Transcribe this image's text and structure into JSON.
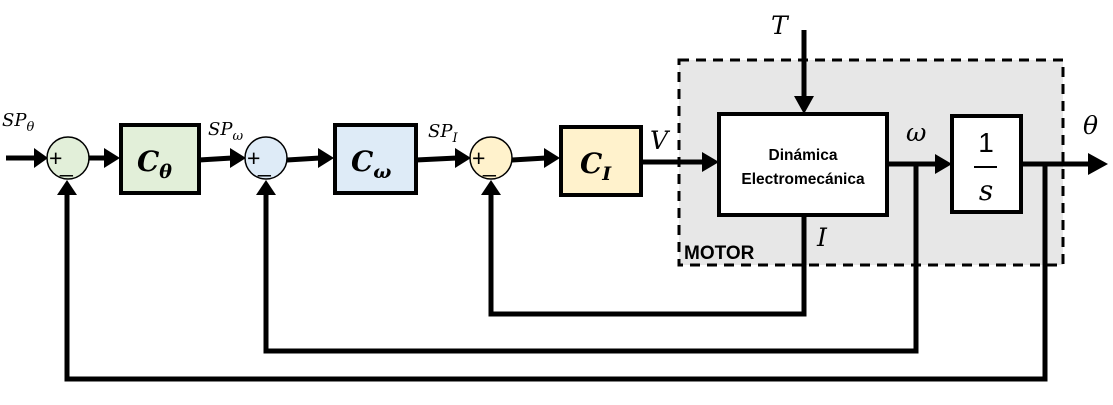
{
  "inputs": {
    "sp_theta": {
      "main": "SP",
      "sub": "θ"
    },
    "sp_omega": {
      "main": "SP",
      "sub": "ω"
    },
    "sp_i": {
      "main": "SP",
      "sub": "I"
    }
  },
  "signals": {
    "v": "V",
    "omega": "ω",
    "theta": "θ",
    "current": "I",
    "torque": "T"
  },
  "summers": {
    "plus": "+",
    "minus": "_"
  },
  "blocks": {
    "c_theta": {
      "main": "C",
      "sub": "θ",
      "color": "#e2efd9"
    },
    "c_omega": {
      "main": "C",
      "sub": "ω",
      "color": "#deebf7"
    },
    "c_i": {
      "main": "C",
      "sub": "I",
      "color": "#fff2cc"
    },
    "dynamics": {
      "line1": "Dinámica",
      "line2": "Electromecánica"
    },
    "integrator": {
      "numerator": "1",
      "denominator": "s"
    }
  },
  "motor": {
    "label": "MOTOR",
    "fill": "#e7e7e7"
  },
  "summer_colors": {
    "theta": "#e2efd9",
    "omega": "#deebf7",
    "current": "#fff2cc"
  }
}
